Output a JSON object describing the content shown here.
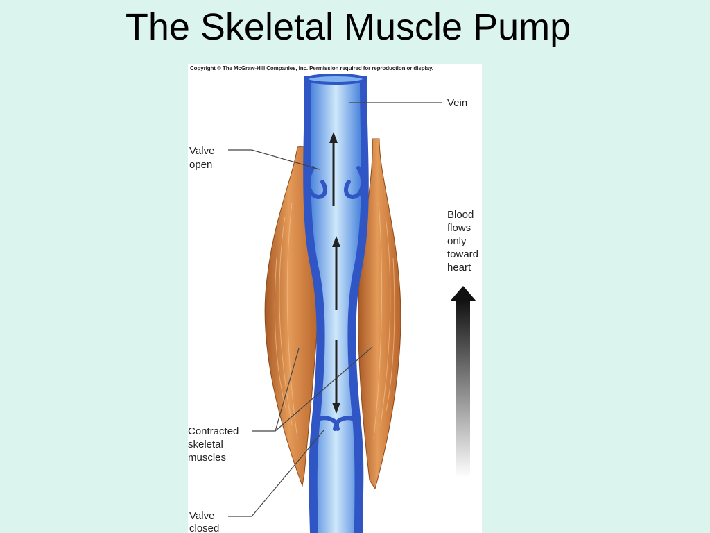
{
  "slide": {
    "title": "The Skeletal Muscle Pump"
  },
  "figure": {
    "copyright": "Copyright © The McGraw-Hill Companies, Inc. Permission required for reproduction or display.",
    "labels": {
      "vein": "Vein",
      "valve_open_1": "Valve",
      "valve_open_2": "open",
      "blood_1": "Blood",
      "blood_2": "flows",
      "blood_3": "only",
      "blood_4": "toward",
      "blood_5": "heart",
      "muscles_1": "Contracted",
      "muscles_2": "skeletal",
      "muscles_3": "muscles",
      "valve_closed_1": "Valve",
      "valve_closed_2": "closed"
    },
    "colors": {
      "background": "#dcf4ee",
      "vein_wall": "#2f56c4",
      "vein_lumen": "#a8d4f5",
      "muscle": "#d0813e",
      "arrow": "#222222"
    }
  }
}
